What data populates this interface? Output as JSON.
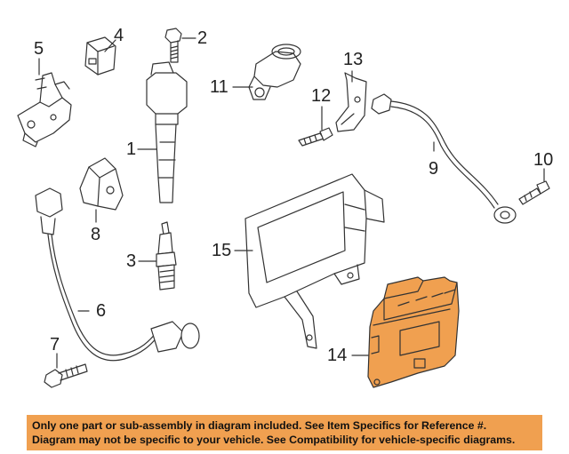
{
  "callouts": {
    "c1": "1",
    "c2": "2",
    "c3": "3",
    "c4": "4",
    "c5": "5",
    "c6": "6",
    "c7": "7",
    "c8": "8",
    "c9": "9",
    "c10": "10",
    "c11": "11",
    "c12": "12",
    "c13": "13",
    "c14": "14",
    "c15": "15"
  },
  "banner": {
    "line1": "Only one part or sub-assembly in diagram included. See Item Specifics for Reference #.",
    "line2": "Diagram may not be specific to your vehicle. See Compatibility for vehicle-specific diagrams."
  },
  "colors": {
    "highlight_part": "#f0a050",
    "banner_bg": "#f0a050",
    "line": "#333333"
  }
}
